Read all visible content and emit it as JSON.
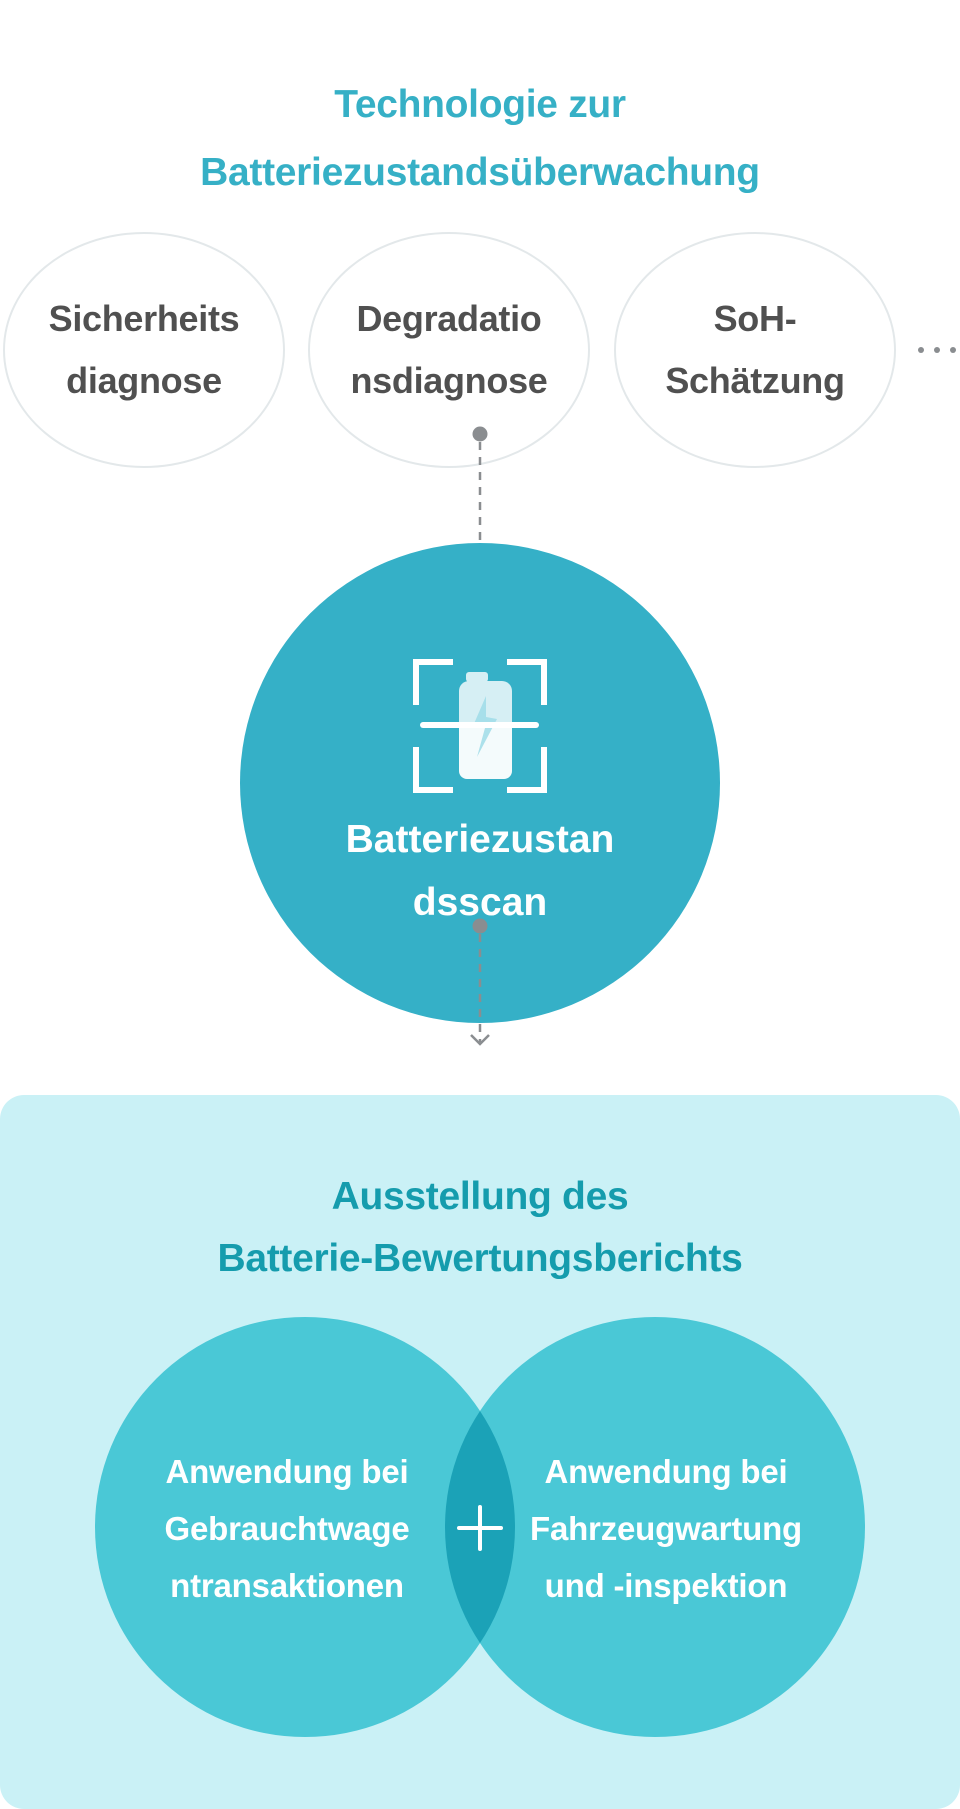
{
  "header": {
    "title_line1": "Technologie zur",
    "title_line2": "Batteriezustandsüberwachung"
  },
  "technologies": [
    {
      "line1": "Sicherheits",
      "line2": "diagnose"
    },
    {
      "line1": "Degradatio",
      "line2": "nsdiagnose"
    },
    {
      "line1": "SoH-",
      "line2": "Schätzung"
    }
  ],
  "more_indicator": "more-dots-icon",
  "scan": {
    "icon": "battery-scan-icon",
    "label_line1": "Batteriezustan",
    "label_line2": "dsscan"
  },
  "report": {
    "title_line1": "Ausstellung des",
    "title_line2": "Batterie-Bewertungsberichts",
    "applications": [
      {
        "line1": "Anwendung bei",
        "line2": "Gebrauchtwage",
        "line3": "ntransaktionen"
      },
      {
        "line1": "Anwendung bei",
        "line2": "Fahrzeugwartung",
        "line3": "und -inspektion"
      }
    ],
    "combine_icon": "plus-icon"
  },
  "colors": {
    "title": "#36B0C6",
    "oval_border": "#E3E8EA",
    "oval_text": "#505050",
    "scan_circle": "#35B0C7",
    "connector": "#8A8D90",
    "panel_bg": "#CAF1F6",
    "panel_title": "#159CAD",
    "venn_circle": "#4AC8D6",
    "venn_overlap": "#1BA2B7"
  }
}
